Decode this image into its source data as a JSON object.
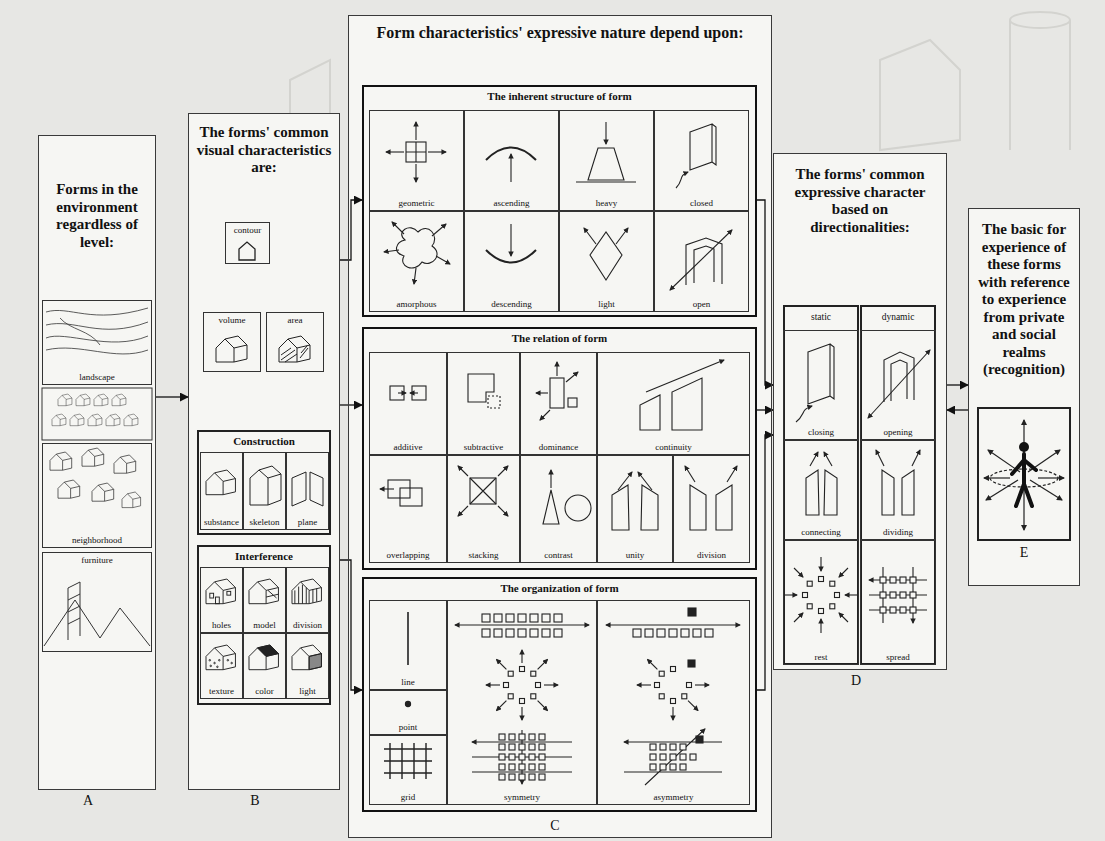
{
  "diagram": {
    "nodes": [
      {
        "text": [
          "Forms in the environment regardless of level:"
        ]
      },
      {
        "text": [
          "landscape"
        ],
        "in": 0
      },
      {
        "text": [
          "neighborhood"
        ],
        "in": 0
      },
      {
        "text": [
          "furniture"
        ],
        "in": 0
      },
      {
        "text": [
          "The forms' common visual characteristics are:"
        ]
      },
      {
        "text": [
          "contour"
        ],
        "in": 4
      },
      {
        "text": [
          "volume"
        ],
        "in": 4
      },
      {
        "text": [
          "area"
        ],
        "in": 4
      },
      {
        "text": [
          "Construction"
        ],
        "in": 4
      },
      {
        "text": [
          "substance"
        ],
        "in": 8
      },
      {
        "text": [
          "skeleton"
        ],
        "in": 8
      },
      {
        "text": [
          "plane"
        ],
        "in": 8
      },
      {
        "text": [
          "Interference"
        ],
        "in": 4
      },
      {
        "text": [
          "holes"
        ],
        "in": 12
      },
      {
        "text": [
          "model"
        ],
        "in": 12
      },
      {
        "text": [
          "division"
        ],
        "in": 12
      },
      {
        "text": [
          "texture"
        ],
        "in": 12
      },
      {
        "text": [
          "color"
        ],
        "in": 12
      },
      {
        "text": [
          "light"
        ],
        "in": 12
      },
      {
        "text": [
          "Form characteristics' expressive nature depend upon:"
        ]
      },
      {
        "text": [
          "The inherent structure of form"
        ],
        "in": 19
      },
      {
        "text": [
          "geometric"
        ],
        "in": 20
      },
      {
        "text": [
          "ascending"
        ],
        "in": 20
      },
      {
        "text": [
          "heavy"
        ],
        "in": 20
      },
      {
        "text": [
          "closed"
        ],
        "in": 20
      },
      {
        "text": [
          "amorphous"
        ],
        "in": 20
      },
      {
        "text": [
          "descending"
        ],
        "in": 20
      },
      {
        "text": [
          "light"
        ],
        "in": 20
      },
      {
        "text": [
          "open"
        ],
        "in": 20
      },
      {
        "text": [
          "The relation of form"
        ],
        "in": 19
      },
      {
        "text": [
          "additive"
        ],
        "in": 29
      },
      {
        "text": [
          "subtractive"
        ],
        "in": 29
      },
      {
        "text": [
          "dominance"
        ],
        "in": 29
      },
      {
        "text": [
          "continuity"
        ],
        "in": 29
      },
      {
        "text": [
          "overlapping"
        ],
        "in": 29
      },
      {
        "text": [
          "stacking"
        ],
        "in": 29
      },
      {
        "text": [
          "contrast"
        ],
        "in": 29
      },
      {
        "text": [
          "unity"
        ],
        "in": 29
      },
      {
        "text": [
          "division"
        ],
        "in": 29
      },
      {
        "text": [
          "The organization of form"
        ],
        "in": 19
      },
      {
        "text": [
          "line"
        ],
        "in": 39
      },
      {
        "text": [
          "point"
        ],
        "in": 39
      },
      {
        "text": [
          "grid"
        ],
        "in": 39
      },
      {
        "text": [
          "symmetry"
        ],
        "in": 39
      },
      {
        "text": [
          "asymmetry"
        ],
        "in": 39
      },
      {
        "text": [
          "The forms' common expressive character based on directionalities:"
        ]
      },
      {
        "text": [
          "static"
        ],
        "in": 45
      },
      {
        "text": [
          "closing"
        ],
        "in": 46
      },
      {
        "text": [
          "connecting"
        ],
        "in": 46
      },
      {
        "text": [
          "rest"
        ],
        "in": 46
      },
      {
        "text": [
          "dynamic"
        ],
        "in": 45
      },
      {
        "text": [
          "opening"
        ],
        "in": 50
      },
      {
        "text": [
          "dividing"
        ],
        "in": 50
      },
      {
        "text": [
          "spread"
        ],
        "in": 50
      },
      {
        "text": [
          "The basic for experience of these forms with reference to experience from private and social realms (recognition)"
        ]
      }
    ],
    "edges": [
      {
        "from": 0,
        "to": 4,
        "arrow": "to"
      },
      {
        "from": 4,
        "to": 20,
        "arrow": "to"
      },
      {
        "from": 4,
        "to": 29,
        "arrow": "to"
      },
      {
        "from": 4,
        "to": 39,
        "arrow": "to"
      },
      {
        "from": 20,
        "to": 45,
        "arrow": "to"
      },
      {
        "from": 29,
        "to": 45,
        "arrow": "to"
      },
      {
        "from": 39,
        "to": 45,
        "arrow": "to"
      },
      {
        "from": 45,
        "to": 54,
        "arrow": "to"
      },
      {
        "from": 54,
        "to": 45,
        "arrow": "to"
      }
    ],
    "labels": [
      "A",
      "B",
      "C",
      "D",
      "E"
    ]
  }
}
